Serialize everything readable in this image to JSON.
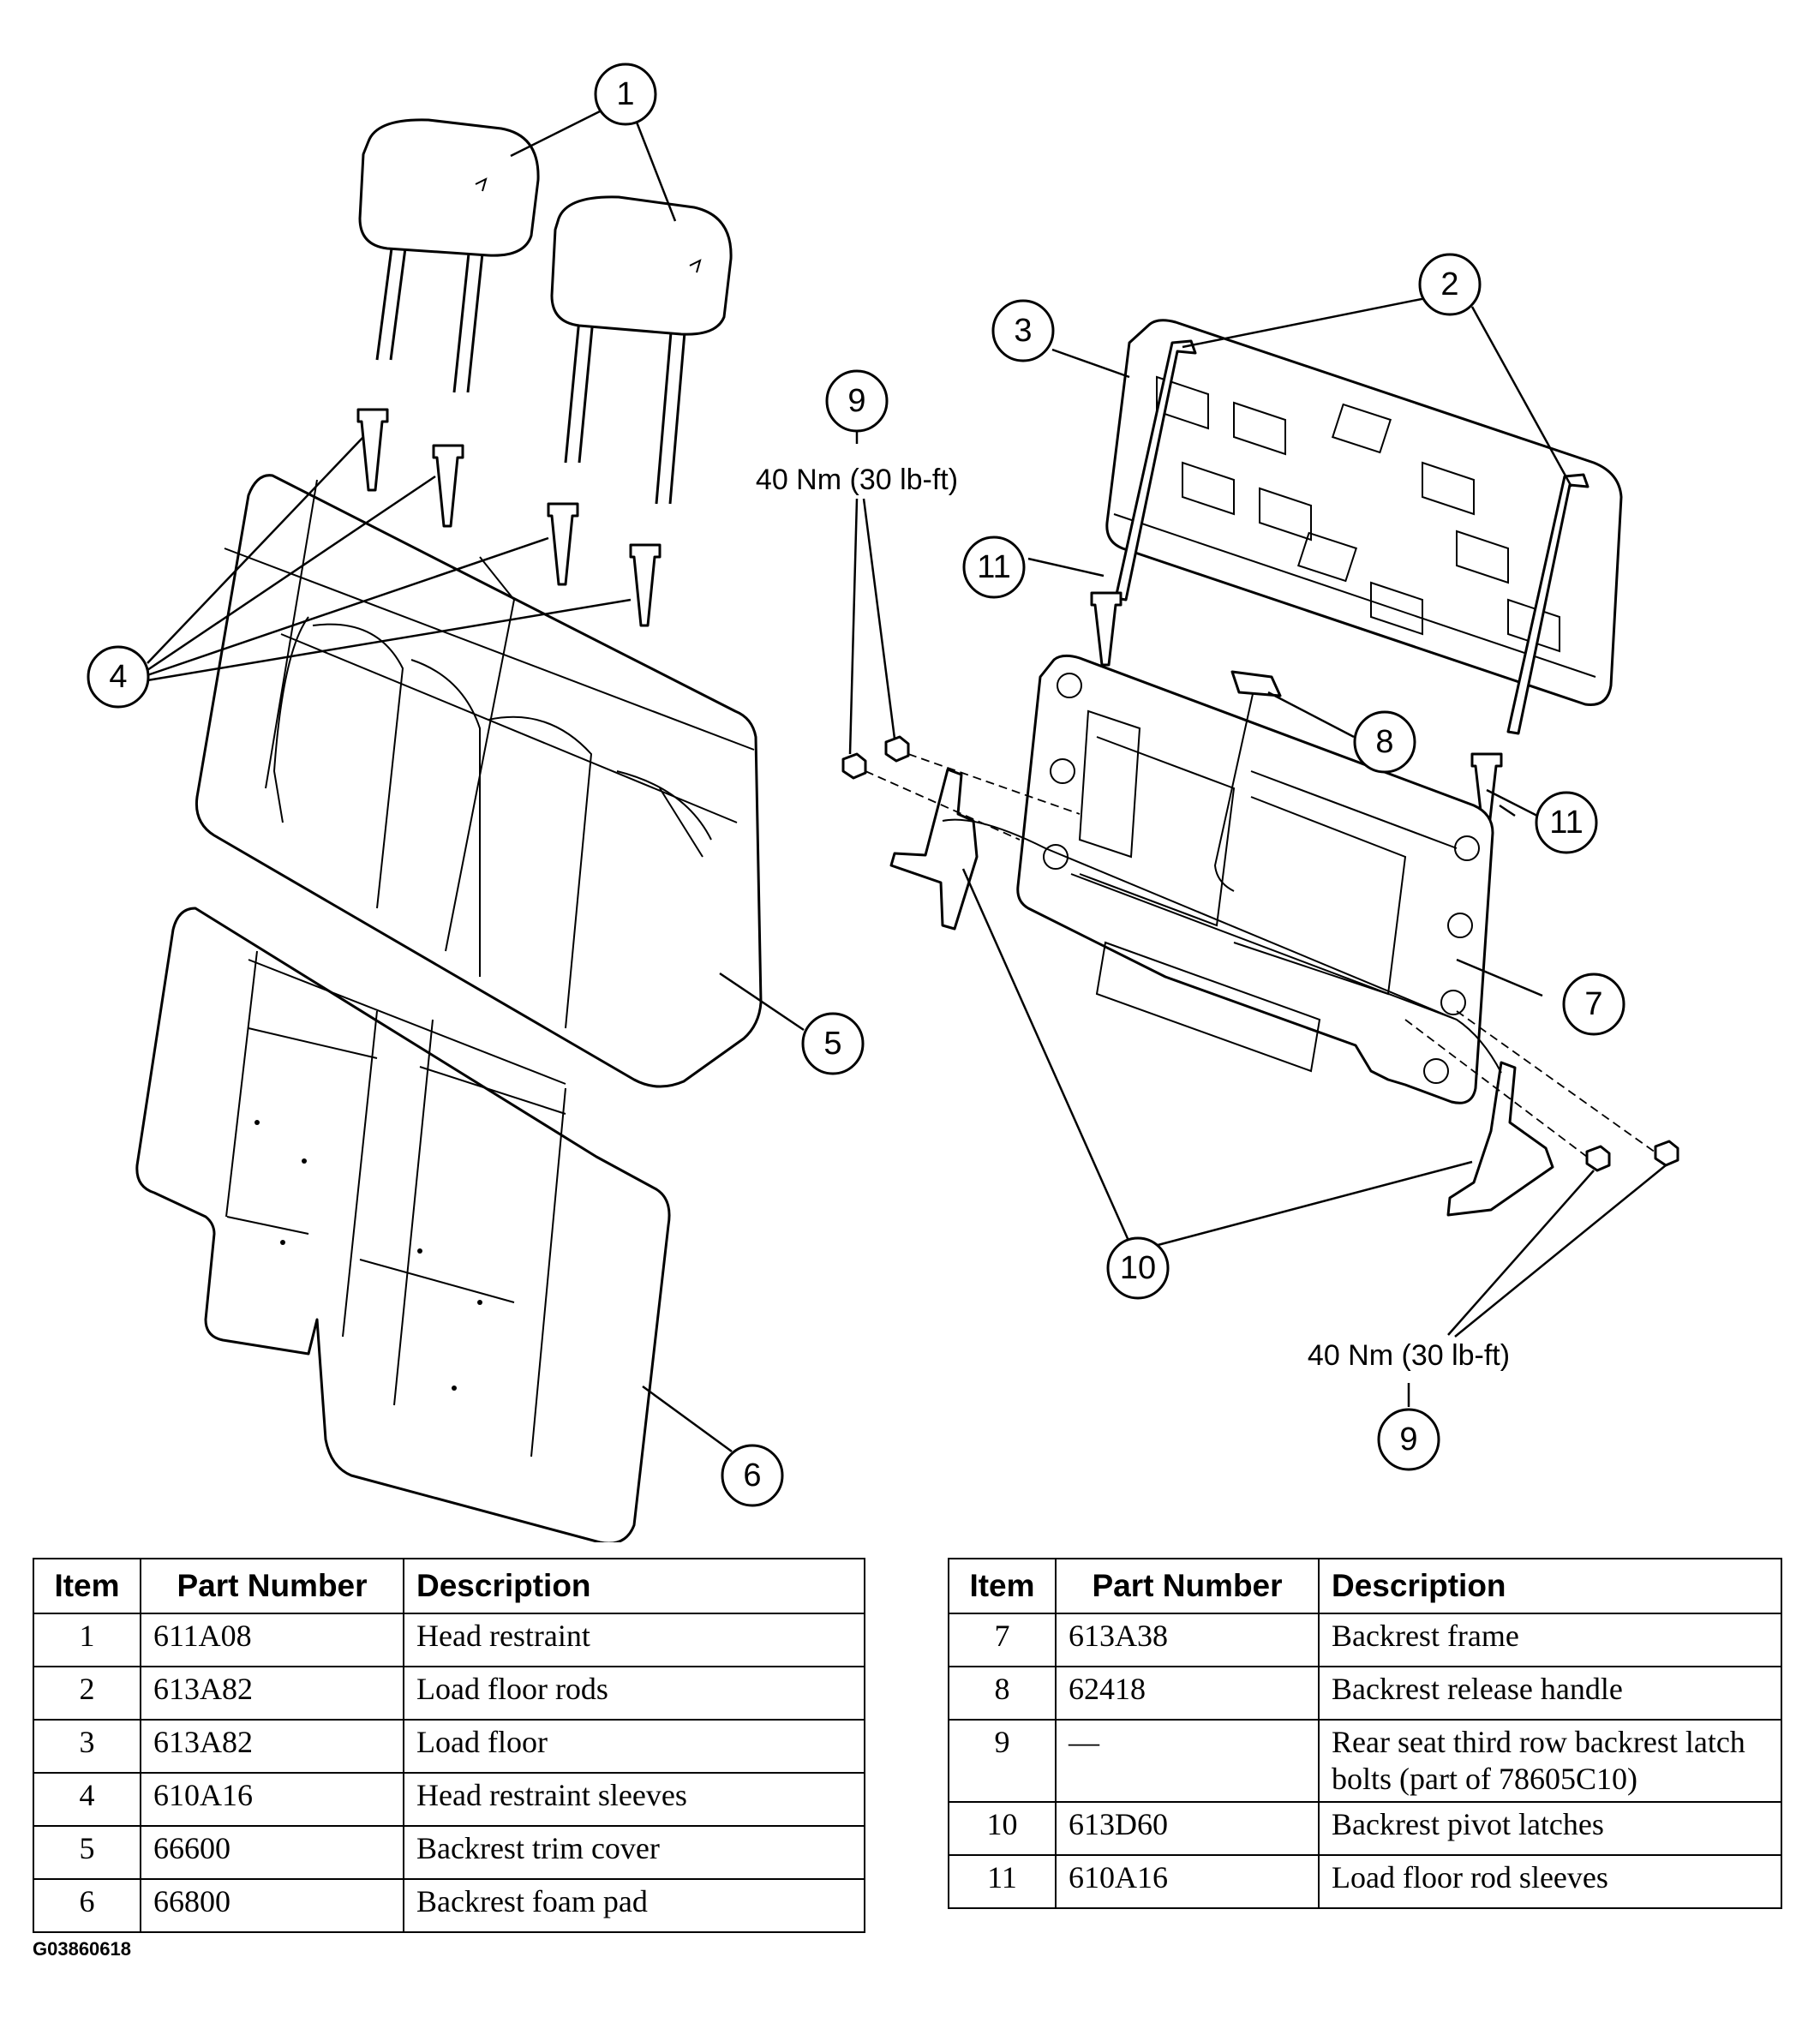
{
  "callouts": {
    "c1": "1",
    "c2": "2",
    "c3": "3",
    "c4": "4",
    "c5": "5",
    "c6": "6",
    "c7": "7",
    "c8": "8",
    "c9_top": "9",
    "c9_bottom": "9",
    "c10": "10",
    "c11_top": "11",
    "c11_bottom": "11"
  },
  "torque": {
    "top": "40 Nm (30 lb-ft)",
    "bottom": "40 Nm (30 lb-ft)"
  },
  "table_left": {
    "headers": [
      "Item",
      "Part Number",
      "Description"
    ],
    "rows": [
      [
        "1",
        "611A08",
        "Head restraint"
      ],
      [
        "2",
        "613A82",
        "Load floor rods"
      ],
      [
        "3",
        "613A82",
        "Load floor"
      ],
      [
        "4",
        "610A16",
        "Head restraint sleeves"
      ],
      [
        "5",
        "66600",
        "Backrest trim cover"
      ],
      [
        "6",
        "66800",
        "Backrest foam pad"
      ]
    ]
  },
  "table_right": {
    "headers": [
      "Item",
      "Part Number",
      "Description"
    ],
    "rows": [
      [
        "7",
        "613A38",
        "Backrest frame"
      ],
      [
        "8",
        "62418",
        "Backrest release handle"
      ],
      [
        "9",
        "—",
        "Rear seat third row backrest latch bolts (part of 78605C10)"
      ],
      [
        "10",
        "613D60",
        "Backrest pivot latches"
      ],
      [
        "11",
        "610A16",
        "Load floor rod sleeves"
      ]
    ]
  },
  "figure_code": "G03860618"
}
